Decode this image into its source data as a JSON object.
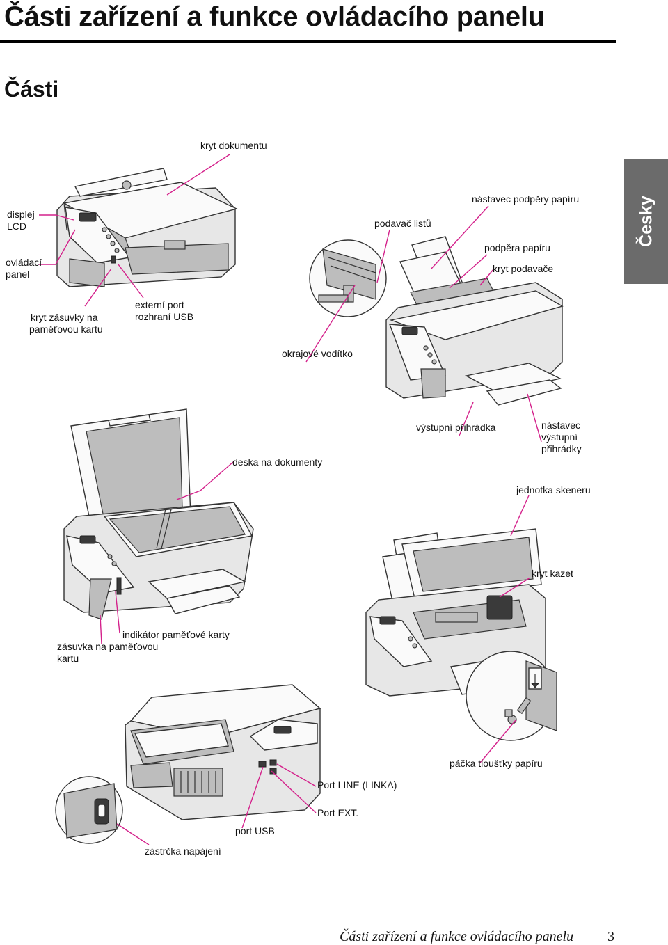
{
  "page": {
    "title": "Části zařízení a funkce ovládacího panelu",
    "section": "Části",
    "language_tab": "Česky",
    "footer_text": "Části zařízení a funkce ovládacího panelu",
    "page_number": "3"
  },
  "colors": {
    "callout": "#d4218b",
    "tab": "#6b6b6b",
    "device_body": "#e6e6e6",
    "device_outline": "#333333"
  },
  "labels": {
    "document_cover": "kryt dokumentu",
    "lcd_display_1": "displej",
    "lcd_display_2": "LCD",
    "control_panel_1": "ovládací",
    "control_panel_2": "panel",
    "card_slot_cover_1": "kryt zásuvky na",
    "card_slot_cover_2": "paměťovou kartu",
    "external_usb_1": "externí port",
    "external_usb_2": "rozhraní USB",
    "sheet_feeder": "podavač listů",
    "paper_support_extension": "nástavec podpěry papíru",
    "paper_support": "podpěra papíru",
    "feeder_guard": "kryt podavače",
    "edge_guide": "okrajové vodítko",
    "document_table": "deska na dokumenty",
    "output_tray": "výstupní přihrádka",
    "output_tray_ext_1": "nástavec",
    "output_tray_ext_2": "výstupní",
    "output_tray_ext_3": "přihrádky",
    "scanner_unit": "jednotka skeneru",
    "cartridge_cover": "kryt kazet",
    "memory_card_light": "indikátor paměťové karty",
    "memory_card_slot_1": "zásuvka na paměťovou",
    "memory_card_slot_2": "kartu",
    "thickness_lever": "páčka tloušťky papíru",
    "line_port": "Port LINE (LINKA)",
    "ext_port": "Port EXT.",
    "usb_port": "port USB",
    "ac_inlet": "zástrčka napájení"
  }
}
